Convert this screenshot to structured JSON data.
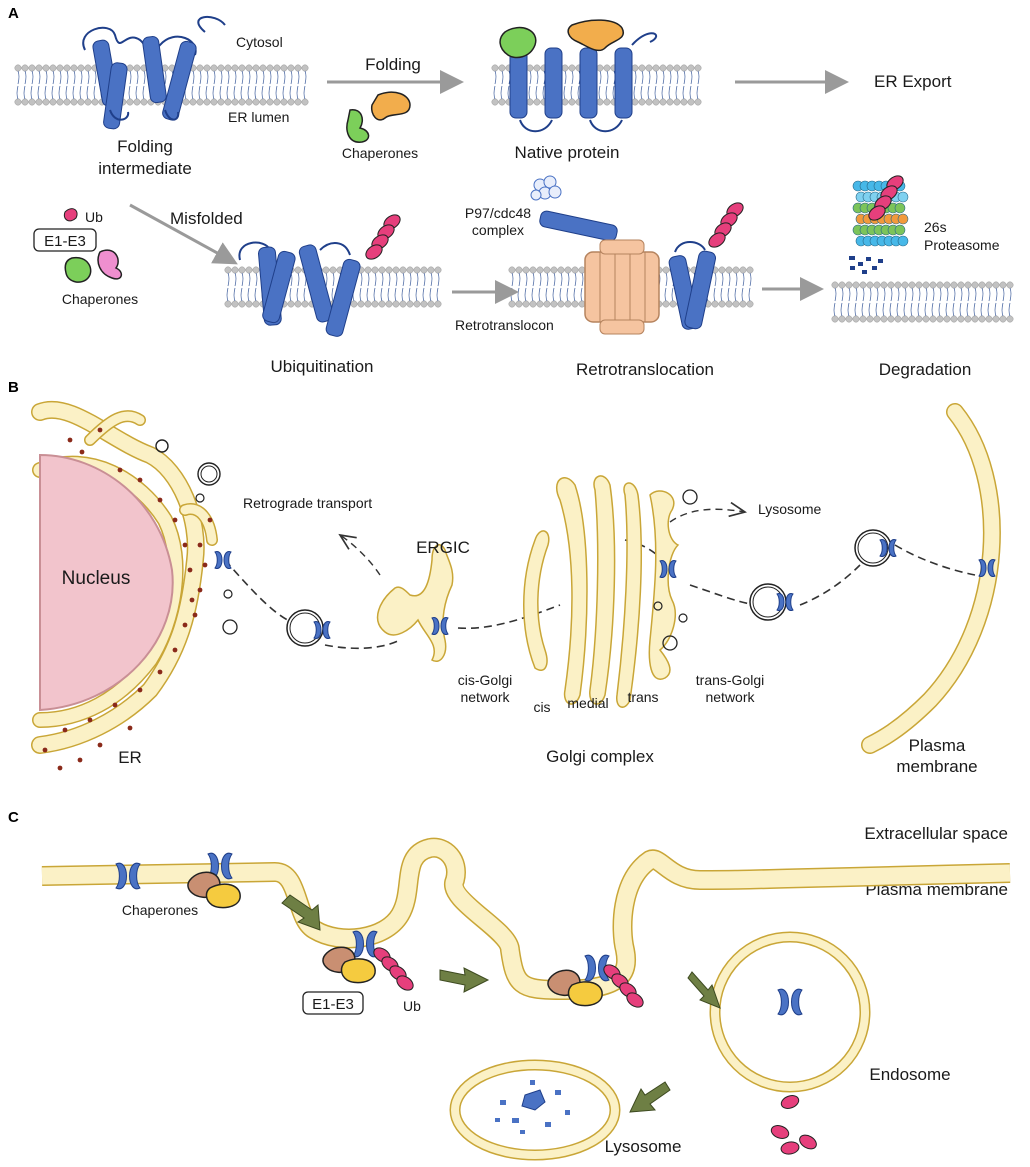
{
  "colors": {
    "helix": "#4a72c4",
    "helix_stroke": "#1f3f8a",
    "membrane_fill": "#fbf1c6",
    "membrane_stroke": "#c9a637",
    "lipid_head": "#c2c2c2",
    "chaperone_green": "#7ccf5a",
    "chaperone_orange": "#f2ad4c",
    "chaperone_pink": "#ef8fcf",
    "chaperone_brown": "#c98f72",
    "chaperone_yellow": "#f5cb3f",
    "ubiquitin": "#e63f7c",
    "retrotranslocon": "#f5c4a0",
    "nucleus": "#f2c4cc",
    "arrow_gray": "#9a9a9a",
    "arrow_green": "#6e7f44",
    "ribosome": "#8a2a1a"
  },
  "panel_a": {
    "letter": "A",
    "cytosol": "Cytosol",
    "er_lumen": "ER lumen",
    "folding": "Folding",
    "chaperones": "Chaperones",
    "folding_intermediate_1": "Folding",
    "folding_intermediate_2": "intermediate",
    "native_protein": "Native protein",
    "er_export": "ER Export",
    "ub": "Ub",
    "e1e3": "E1-E3",
    "misfolded": "Misfolded",
    "chaperones_2": "Chaperones",
    "p97_1": "P97/cdc48",
    "p97_2": "complex",
    "proteasome_1": "26s",
    "proteasome_2": "Proteasome",
    "retrotranslocon": "Retrotranslocon",
    "ubiquitination": "Ubiquitination",
    "retrotranslocation": "Retrotranslocation",
    "degradation": "Degradation"
  },
  "panel_b": {
    "letter": "B",
    "nucleus": "Nucleus",
    "retrograde": "Retrograde transport",
    "ergic": "ERGIC",
    "lysosome": "Lysosome",
    "cis_golgi_1": "cis-Golgi",
    "cis_golgi_2": "network",
    "cis": "cis",
    "medial": "medial",
    "trans": "trans",
    "trans_golgi_1": "trans-Golgi",
    "trans_golgi_2": "network",
    "er": "ER",
    "golgi_complex": "Golgi complex",
    "plasma_1": "Plasma",
    "plasma_2": "membrane"
  },
  "panel_c": {
    "letter": "C",
    "extracellular": "Extracellular space",
    "plasma_membrane": "Plasma membrane",
    "chaperones": "Chaperones",
    "e1e3": "E1-E3",
    "ub": "Ub",
    "endosome": "Endosome",
    "lysosome": "Lysosome"
  }
}
